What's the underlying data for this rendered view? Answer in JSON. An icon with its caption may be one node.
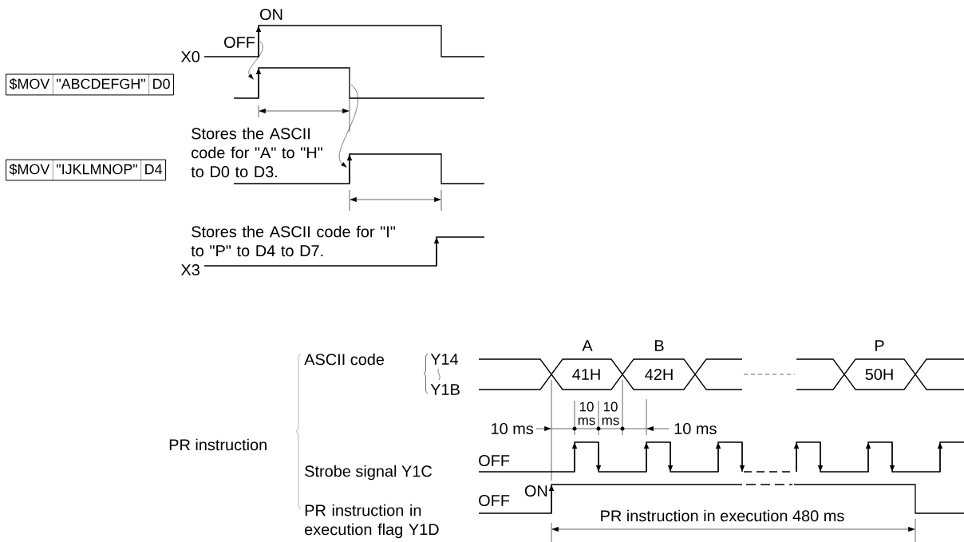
{
  "diagram": {
    "nodes": [
      {
        "text": [
          "$MOV",
          "\"ABCDEFGH\"",
          "D0"
        ]
      },
      {
        "text": [
          "$MOV",
          "\"IJKLMNOP\"",
          "D4"
        ]
      }
    ],
    "labels": [
      "ON",
      "OFF",
      "X0",
      "Stores the ASCII code for \"A\" to \"H\" to D0 to D3.",
      "Stores the ASCII code for \"I\" to \"P\" to D4 to D7.",
      "X3",
      "A",
      "B",
      "P",
      "ASCII code",
      "Y14",
      "41H",
      "42H",
      "50H",
      "Y1B",
      "PR instruction",
      "10 ms",
      "10 ms",
      "10 ms",
      "10 ms",
      "OFF",
      "Strobe signal Y1C",
      "ON",
      "OFF",
      "PR instruction in execution flag Y1D",
      "PR instruction in execution  480 ms"
    ]
  }
}
